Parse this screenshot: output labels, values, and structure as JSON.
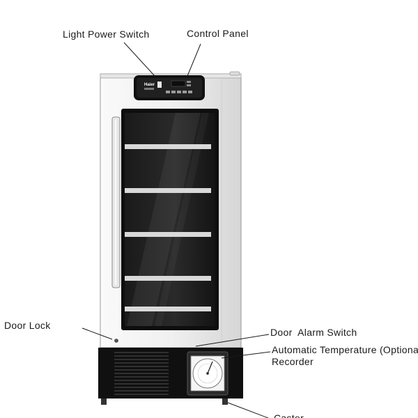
{
  "labels": {
    "light_power_switch": "Light Power Switch",
    "control_panel": "Control Panel",
    "door_lock": "Door Lock",
    "door_alarm_switch": "Door  Alarm Switch",
    "recorder_line1": "Automatic Temperature (Optional)",
    "recorder_line2": "Recorder",
    "caster": "Caster"
  },
  "panel": {
    "brand": "Haier"
  },
  "colors": {
    "cabinet": "#f2f2f2",
    "glass": "#1b1b1b",
    "shelf": "#d9d9d9",
    "base": "#111111",
    "leader": "#1a1a1a"
  }
}
